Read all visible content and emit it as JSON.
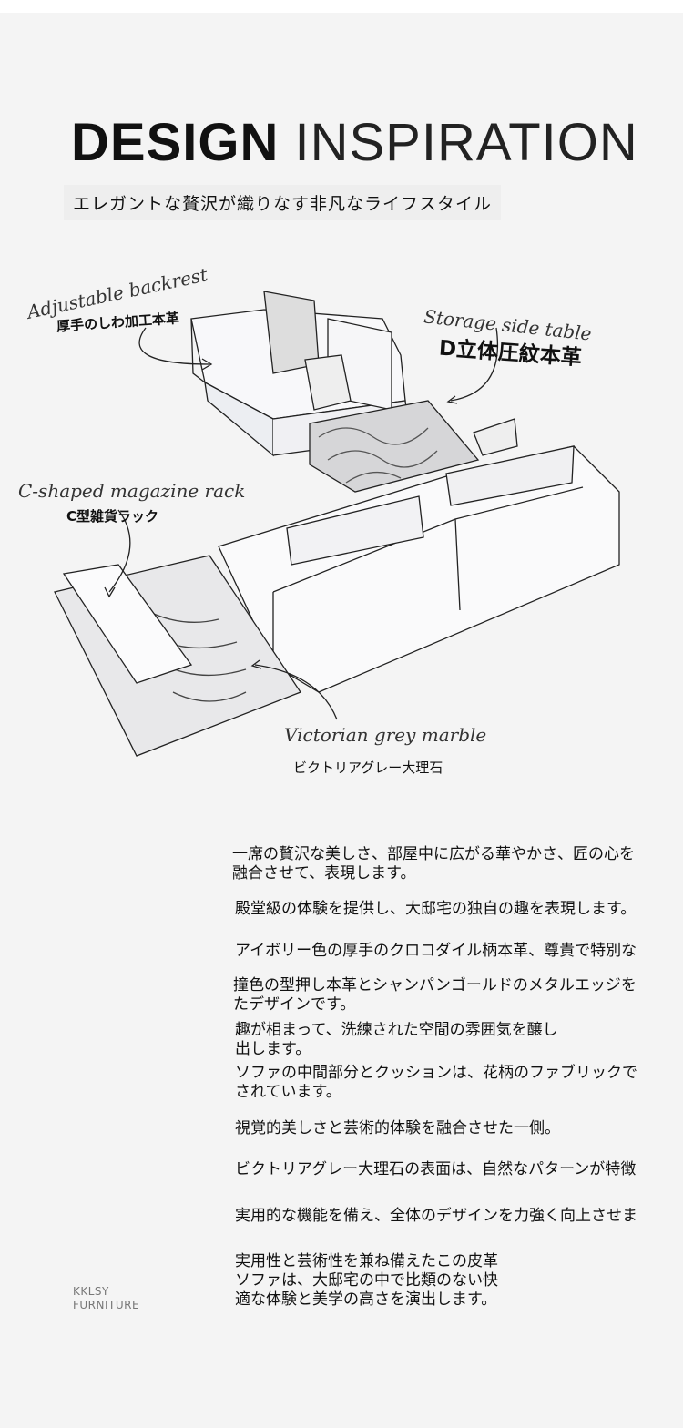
{
  "header": {
    "title_bold": "DESIGN",
    "title_light": "INSPIRATION",
    "subtitle": "エレガントな贅沢が織りなす非凡なライフスタイル"
  },
  "annotations": [
    {
      "script": "Adjustable backrest",
      "label": "厚手のしわ加工本革"
    },
    {
      "script": "Storage side table",
      "label": "D立体圧紋本革"
    },
    {
      "script": "C-shaped magazine rack",
      "label": "C型雑貨ラック"
    },
    {
      "script": "Victorian grey marble",
      "label": "ビクトリアグレー大理石"
    }
  ],
  "paragraphs": [
    "一席の贅沢な美しさ、部屋中に広がる華やかさ、匠の心を\n融合させて、表現します。",
    "殿堂級の体験を提供し、大邸宅の独自の趣を表現します。",
    "アイボリー色の厚手のクロコダイル柄本革、尊貴で特別な",
    "撞色の型押し本革とシャンパンゴールドのメタルエッジを\nたデザインです。",
    "趣が相まって、洗練された空間の雰囲気を醸し\n出します。",
    "ソファの中間部分とクッションは、花柄のファブリックで\nされています。",
    "視覚的美しさと芸術的体験を融合させた一側。",
    "ビクトリアグレー大理石の表面は、自然なパターンが特徴",
    "実用的な機能を備え、全体のデザインを力強く向上させま",
    "実用性と芸術性を兼ね備えたこの皮革\nソファは、大邸宅の中で比類のない快\n適な体験と美学の高さを演出します。"
  ],
  "brand": {
    "line1": "KKLSY",
    "line2": "FURNITURE"
  }
}
